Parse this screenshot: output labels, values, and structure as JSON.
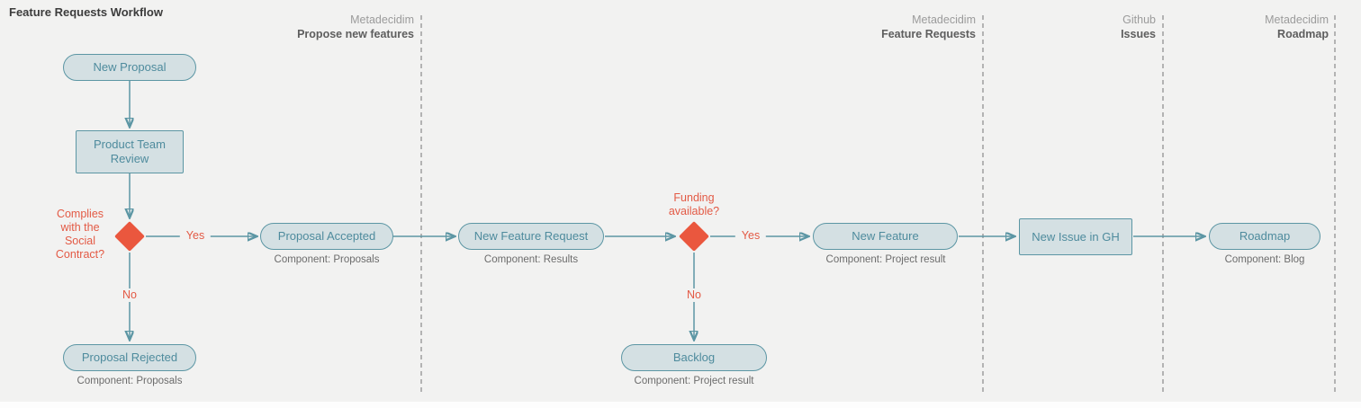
{
  "diagram": {
    "title": "Feature Requests Workflow",
    "type": "flowchart",
    "colors": {
      "background": "#f2f2f1",
      "node_fill": "#d4e0e3",
      "node_border": "#5c96a4",
      "node_text": "#4e8b9d",
      "connector": "#5c96a4",
      "decision_fill": "#ea573e",
      "decision_text": "#e35a45",
      "divider": "#b3b3b3",
      "caption_text": "#6c6c6c",
      "lane_org_text": "#9b9b9b",
      "lane_name_text": "#5e5e5e",
      "title_text": "#3c3c3c"
    },
    "sections": [
      {
        "org": "Metadecidim",
        "name": "Propose new features"
      },
      {
        "org": "Metadecidim",
        "name": "Feature Requests"
      },
      {
        "org": "Github",
        "name": "Issues"
      },
      {
        "org": "Metadecidim",
        "name": "Roadmap"
      }
    ],
    "nodes": {
      "new_proposal": {
        "label": "New Proposal",
        "shape": "pill"
      },
      "product_team_review": {
        "label": "Product Team Review",
        "shape": "rect"
      },
      "complies_decision": {
        "label": "Complies with the Social Contract?",
        "shape": "decision"
      },
      "proposal_accepted": {
        "label": "Proposal Accepted",
        "shape": "pill",
        "caption": "Component: Proposals"
      },
      "proposal_rejected": {
        "label": "Proposal Rejected",
        "shape": "pill",
        "caption": "Component: Proposals"
      },
      "new_feature_request": {
        "label": "New Feature Request",
        "shape": "pill",
        "caption": "Component: Results"
      },
      "funding_decision": {
        "label": "Funding available?",
        "shape": "decision"
      },
      "new_feature": {
        "label": "New Feature",
        "shape": "pill",
        "caption": "Component: Project result"
      },
      "backlog": {
        "label": "Backlog",
        "shape": "pill",
        "caption": "Component: Project result"
      },
      "new_issue_gh": {
        "label": "New Issue in GH",
        "shape": "rect"
      },
      "roadmap": {
        "label": "Roadmap",
        "shape": "pill",
        "caption": "Component: Blog"
      }
    },
    "edge_labels": {
      "complies_yes": "Yes",
      "complies_no": "No",
      "funding_yes": "Yes",
      "funding_no": "No"
    }
  }
}
